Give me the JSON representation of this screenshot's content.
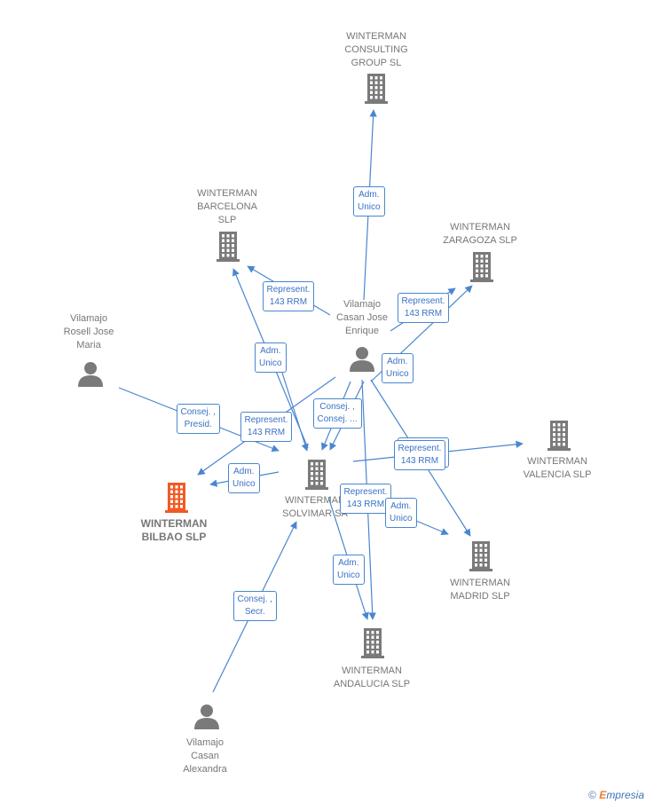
{
  "colors": {
    "edge": "#4a86d0",
    "node": "#7a7a7a",
    "focus": "#f15a24"
  },
  "nodes": [
    {
      "id": "consulting",
      "type": "company",
      "label": "WINTERMAN\nCONSULTING\nGROUP SL"
    },
    {
      "id": "barcelona",
      "type": "company",
      "label": "WINTERMAN\nBARCELONA\nSLP"
    },
    {
      "id": "zaragoza",
      "type": "company",
      "label": "WINTERMAN\nZARAGOZA SLP"
    },
    {
      "id": "rosell",
      "type": "person",
      "label": "Vilamajo\nRosell Jose\nMaria"
    },
    {
      "id": "enrique",
      "type": "person",
      "label": "Vilamajo\nCasan Jose\nEnrique"
    },
    {
      "id": "valencia",
      "type": "company",
      "label": "WINTERMAN\nVALENCIA SLP"
    },
    {
      "id": "bilbao",
      "type": "company",
      "focus": true,
      "label": "WINTERMAN\nBILBAO SLP"
    },
    {
      "id": "solvimar",
      "type": "company",
      "label": "WINTERMAN\nSOLVIMAR SA"
    },
    {
      "id": "madrid",
      "type": "company",
      "label": "WINTERMAN\nMADRID SLP"
    },
    {
      "id": "andalucia",
      "type": "company",
      "label": "WINTERMAN\nANDALUCIA SLP"
    },
    {
      "id": "alexandra",
      "type": "person",
      "label": "Vilamajo\nCasan\nAlexandra"
    }
  ],
  "edge_labels": [
    {
      "id": "e1",
      "text": "Adm.\nUnico"
    },
    {
      "id": "e2",
      "text": "Represent.\n143 RRM"
    },
    {
      "id": "e3",
      "text": "Represent.\n143 RRM"
    },
    {
      "id": "e4",
      "text": "Adm.\nUnico"
    },
    {
      "id": "e5",
      "text": "Adm.\nUnico"
    },
    {
      "id": "e6",
      "text": "Consej. ,\nPresid."
    },
    {
      "id": "e7",
      "text": "Represent.\n143 RRM"
    },
    {
      "id": "e8",
      "text": "Consej. ,\nConsej. ..."
    },
    {
      "id": "e9",
      "text": "Represent.\n143 RRM"
    },
    {
      "id": "e10",
      "text": "Adm.\nUnico"
    },
    {
      "id": "e11",
      "text": "Represent.\n143 RRM"
    },
    {
      "id": "e12",
      "text": "Adm.\nUnico"
    },
    {
      "id": "e13",
      "text": "Adm.\nUnico"
    },
    {
      "id": "e14",
      "text": "Consej. ,\nSecr."
    }
  ],
  "footer": {
    "copyright": "©",
    "brand_e": "E",
    "brand_rest": "mpresia"
  }
}
